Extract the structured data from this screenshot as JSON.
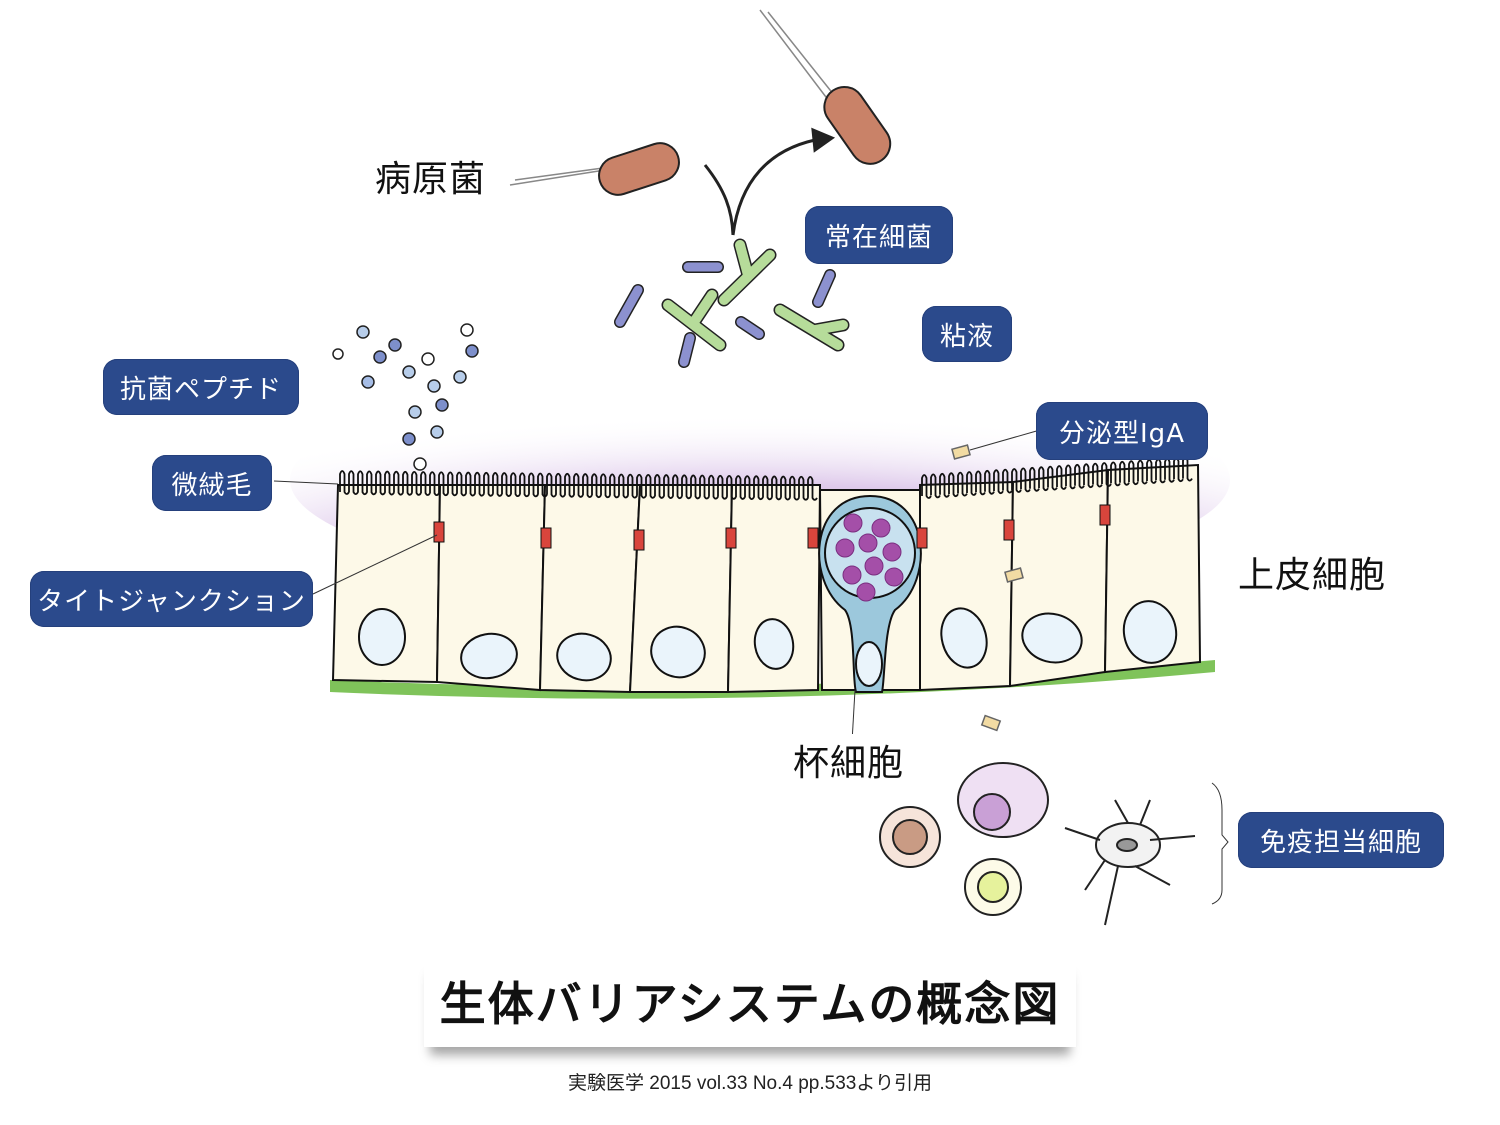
{
  "title": "生体バリアシステムの概念図",
  "citation": "実験医学 2015 vol.33 No.4 pp.533より引用",
  "labels": {
    "pathogen": "病原菌",
    "commensal_bacteria": "常在細菌",
    "mucus": "粘液",
    "antimicrobial_peptide": "抗菌ペプチド",
    "secretory_iga": "分泌型IgA",
    "microvilli": "微絨毛",
    "tight_junction": "タイトジャンクション",
    "epithelial_cell": "上皮細胞",
    "goblet_cell": "杯細胞",
    "immune_cells": "免疫担当細胞"
  },
  "colors": {
    "badge": "#2b4a8c",
    "cell_fill": "#fdf9e8",
    "nucleus_fill": "#eaf4fb",
    "basement_membrane": "#7fc35a",
    "tight_junction": "#d9453c",
    "mucus": "#b58ed0",
    "pathogen": "#c98268",
    "commensal_green": "#b6dc9a",
    "commensal_blue": "#8c91cf",
    "goblet": "#9cc8dc",
    "granule": "#a44fa8"
  }
}
